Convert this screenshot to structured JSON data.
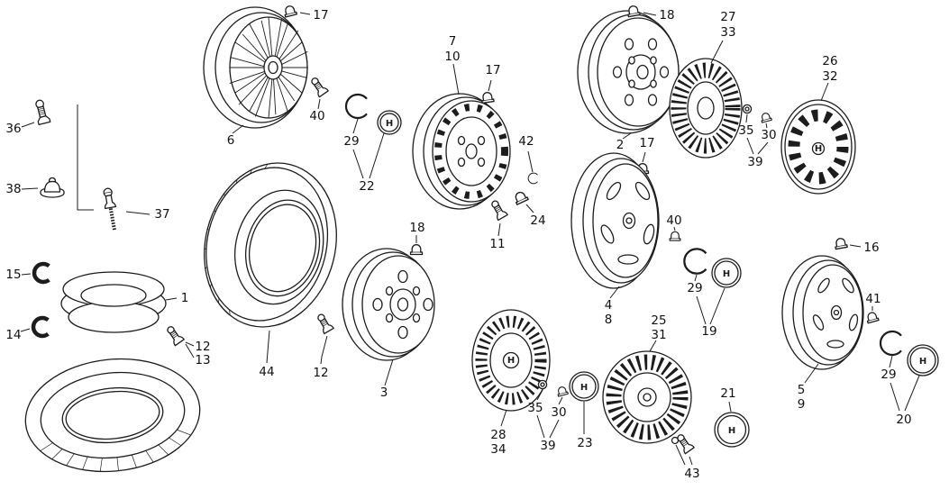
{
  "page": {
    "background": "#ffffff",
    "ink": "#1c1c1c"
  },
  "logo": "H",
  "labels": {
    "p1": "1",
    "p2": "2",
    "p3": "3",
    "p4": "4",
    "p5": "5",
    "p6": "6",
    "p7": "7",
    "p8": "8",
    "p9": "9",
    "p10": "10",
    "p11": "11",
    "p12a": "12",
    "p12b": "12",
    "p13": "13",
    "p14": "14",
    "p15": "15",
    "p16": "16",
    "p17a": "17",
    "p17b": "17",
    "p17c": "17",
    "p18a": "18",
    "p18b": "18",
    "p19": "19",
    "p20": "20",
    "p21": "21",
    "p22": "22",
    "p23": "23",
    "p24": "24",
    "p25": "25",
    "p26": "26",
    "p27": "27",
    "p28": "28",
    "p29a": "29",
    "p29b": "29",
    "p29c": "29",
    "p30a": "30",
    "p30b": "30",
    "p31": "31",
    "p32": "32",
    "p33": "33",
    "p34": "34",
    "p35a": "35",
    "p35b": "35",
    "p36": "36",
    "p37": "37",
    "p38": "38",
    "p39a": "39",
    "p39b": "39",
    "p40a": "40",
    "p40b": "40",
    "p41": "41",
    "p42": "42",
    "p43": "43",
    "p44": "44"
  }
}
